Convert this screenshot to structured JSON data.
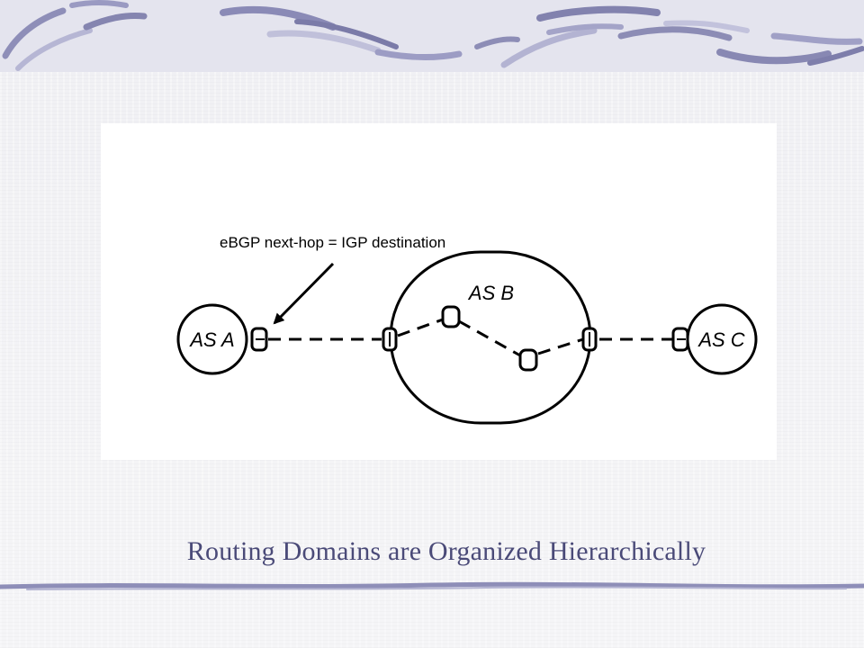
{
  "slide": {
    "caption": "Routing Domains are Organized Hierarchically",
    "accent_color": "#8e8eb8",
    "caption_color": "#4a4a78"
  },
  "diagram": {
    "callout": "eBGP next-hop = IGP destination",
    "as_a_label": "AS A",
    "as_b_label": "AS B",
    "as_c_label": "AS C"
  }
}
